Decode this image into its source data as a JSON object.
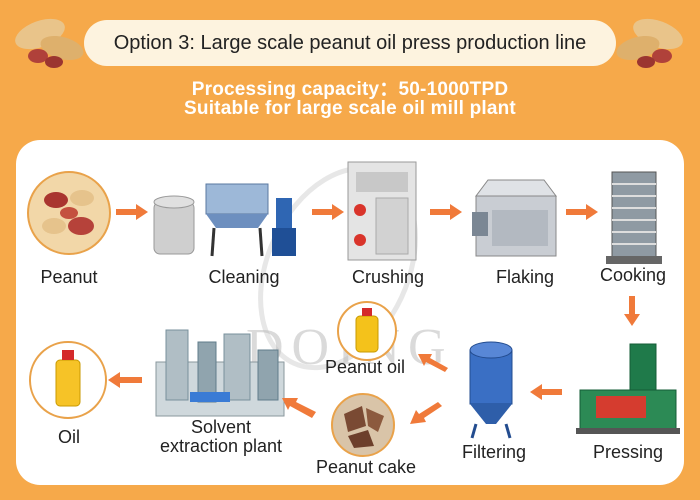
{
  "banner": {
    "title": "Option 3: Large scale peanut oil press production line"
  },
  "subtitle": {
    "line1": "Processing capacity：50-1000TPD",
    "line2": "Suitable for large scale oil mill plant"
  },
  "watermark": "DOING",
  "steps": [
    {
      "id": "peanut",
      "label": "Peanut"
    },
    {
      "id": "cleaning",
      "label": "Cleaning"
    },
    {
      "id": "crushing",
      "label": "Crushing"
    },
    {
      "id": "flaking",
      "label": "Flaking"
    },
    {
      "id": "cooking",
      "label": "Cooking"
    },
    {
      "id": "pressing",
      "label": "Pressing"
    },
    {
      "id": "filtering",
      "label": "Filtering"
    },
    {
      "id": "peanut_oil",
      "label": "Peanut oil"
    },
    {
      "id": "peanut_cake",
      "label": "Peanut cake"
    },
    {
      "id": "solvent",
      "label": "Solvent\nextraction plant"
    },
    {
      "id": "oil",
      "label": "Oil"
    }
  ],
  "colors": {
    "background": "#f6a94a",
    "arrow": "#f07a3a",
    "panel": "#ffffff",
    "banner": "#fdf3df"
  }
}
